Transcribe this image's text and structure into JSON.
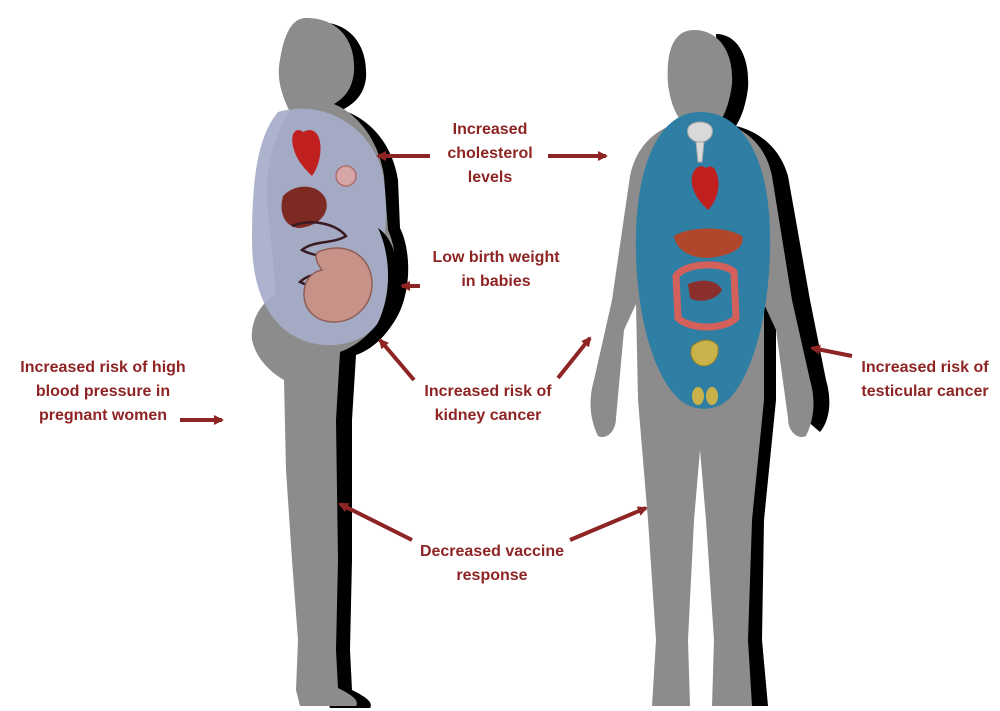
{
  "colors": {
    "text": "#8e2424",
    "arrow": "#8e2424",
    "body_gray": "#8c8c8c",
    "body_shadow": "#000000",
    "pregnant_torso": "#a6adc8",
    "male_torso": "#2f7ea3"
  },
  "labels": {
    "cholesterol": [
      "Increased",
      "cholesterol",
      "levels"
    ],
    "birth_weight": [
      "Low birth weight",
      "in babies"
    ],
    "kidney": [
      "Increased risk of",
      "kidney cancer"
    ],
    "blood_pressure": [
      "Increased risk of high",
      "blood pressure in",
      "pregnant women"
    ],
    "testicular": [
      "Increased risk of",
      "testicular cancer"
    ],
    "vaccine": [
      "Decreased vaccine",
      "response"
    ]
  },
  "figures": [
    {
      "id": "pregnant-woman",
      "icons": [
        "heart-icon",
        "liver-icon",
        "intestine-icon",
        "fetus-icon",
        "breast-icon"
      ]
    },
    {
      "id": "man",
      "icons": [
        "thyroid-icon",
        "heart-icon",
        "liver-icon",
        "intestine-icon",
        "bladder-icon",
        "testis-icon"
      ]
    }
  ]
}
